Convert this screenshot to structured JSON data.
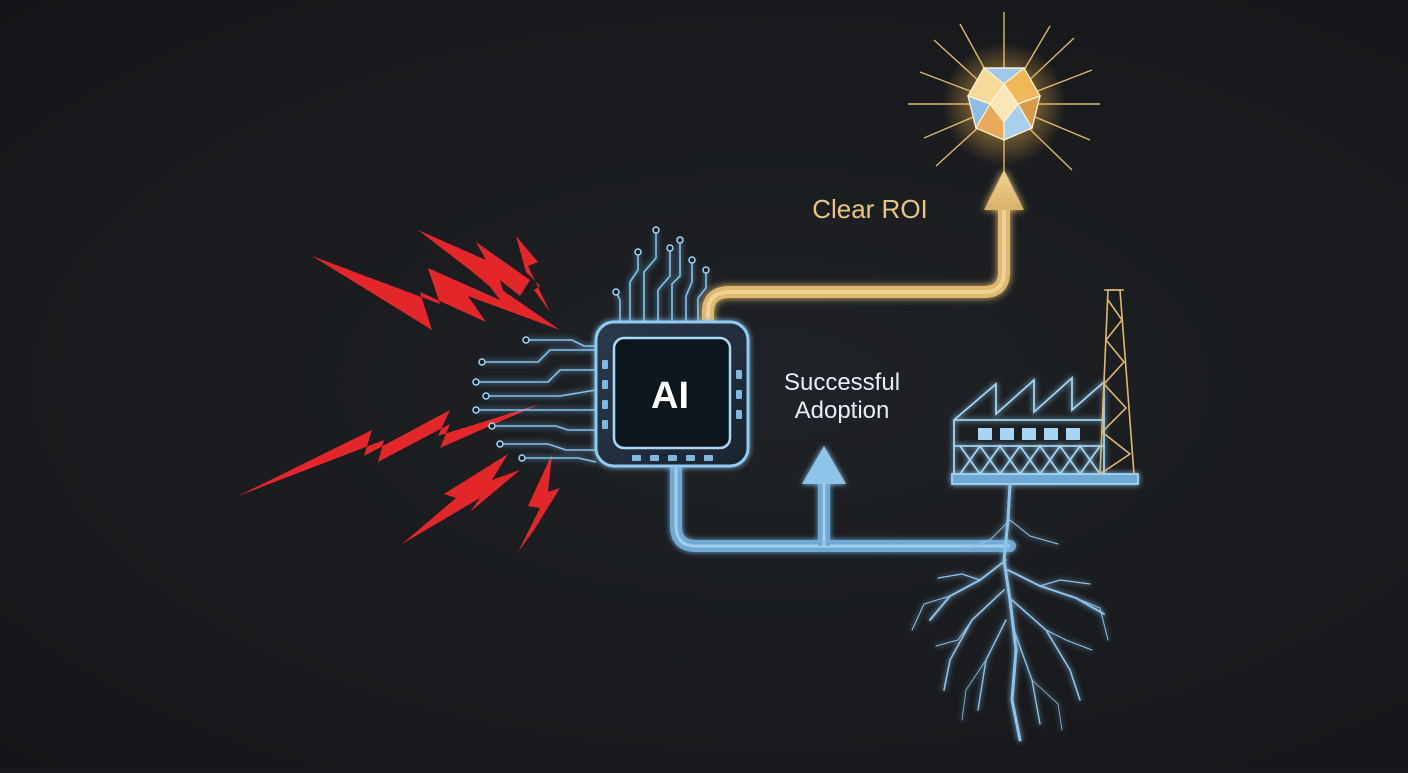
{
  "diagram": {
    "chip_label": "AI",
    "roi_label": "Clear ROI",
    "adoption_label_line1": "Successful",
    "adoption_label_line2": "Adoption"
  },
  "colors": {
    "background": "#17191c",
    "lightning": "#e3262a",
    "circuit": "#7fc4ef",
    "gold_path": "#e9c27a",
    "roi_text": "#e8c585",
    "adoption_text": "#e8eef4",
    "chip_text": "#ffffff",
    "gem_glow": "#f4c66a"
  },
  "icons": [
    "lightning-bolt-icon",
    "ai-chip-icon",
    "diamond-gem-icon",
    "factory-icon",
    "tower-icon",
    "roots-icon"
  ]
}
